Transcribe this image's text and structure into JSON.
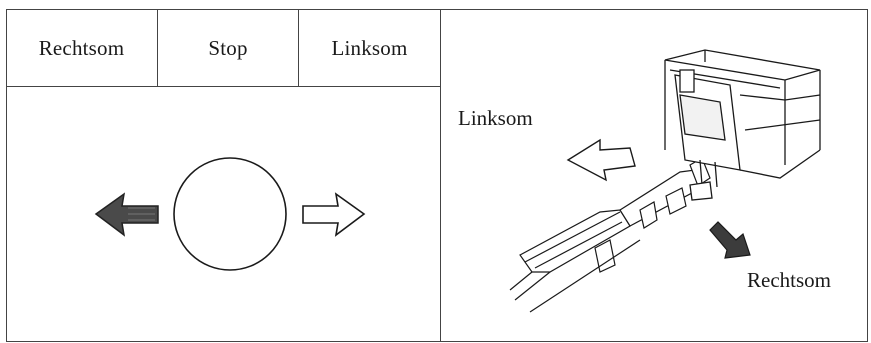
{
  "table": {
    "headers": [
      "Rechtsom",
      "Stop",
      "Linksom"
    ]
  },
  "illustration": {
    "label_left": "Linksom",
    "label_right": "Rechtsom"
  }
}
